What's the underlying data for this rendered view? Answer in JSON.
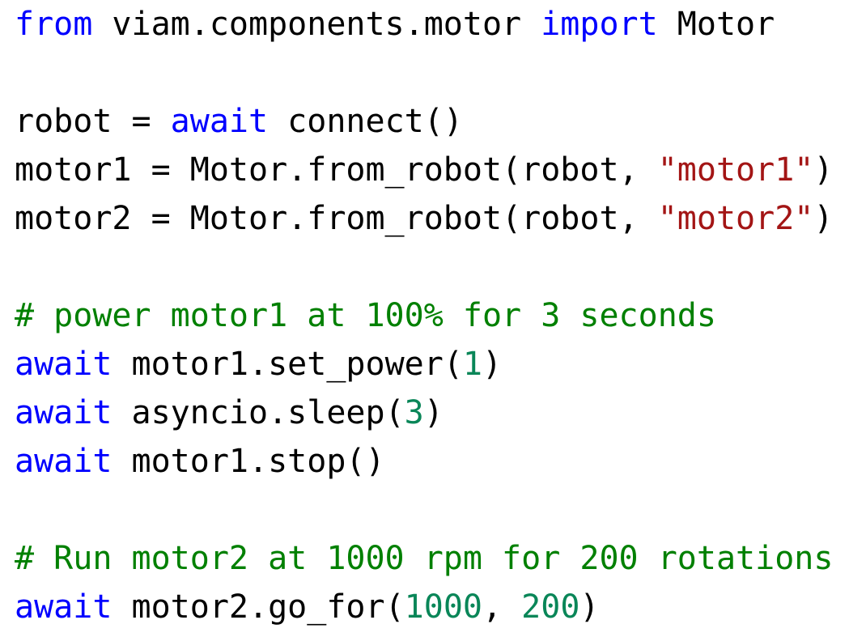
{
  "page": {
    "background": "#ffffff"
  },
  "colors": {
    "keyword": "#0000ff",
    "plain": "#000000",
    "string": "#a31515",
    "comment": "#008000",
    "number": "#098658"
  },
  "code": {
    "lines": [
      {
        "tokens": [
          {
            "t": "from",
            "c": "keyword"
          },
          {
            "t": " viam.components.motor ",
            "c": "plain"
          },
          {
            "t": "import",
            "c": "keyword"
          },
          {
            "t": " Motor",
            "c": "plain"
          }
        ]
      },
      {
        "tokens": []
      },
      {
        "tokens": [
          {
            "t": "robot = ",
            "c": "plain"
          },
          {
            "t": "await",
            "c": "keyword"
          },
          {
            "t": " connect()",
            "c": "plain"
          }
        ]
      },
      {
        "tokens": [
          {
            "t": "motor1 = Motor.from_robot(robot, ",
            "c": "plain"
          },
          {
            "t": "\"motor1\"",
            "c": "string"
          },
          {
            "t": ")",
            "c": "plain"
          }
        ]
      },
      {
        "tokens": [
          {
            "t": "motor2 = Motor.from_robot(robot, ",
            "c": "plain"
          },
          {
            "t": "\"motor2\"",
            "c": "string"
          },
          {
            "t": ")",
            "c": "plain"
          }
        ]
      },
      {
        "tokens": []
      },
      {
        "tokens": [
          {
            "t": "# power motor1 at 100% for 3 seconds",
            "c": "comment"
          }
        ]
      },
      {
        "tokens": [
          {
            "t": "await",
            "c": "keyword"
          },
          {
            "t": " motor1.set_power(",
            "c": "plain"
          },
          {
            "t": "1",
            "c": "number"
          },
          {
            "t": ")",
            "c": "plain"
          }
        ]
      },
      {
        "tokens": [
          {
            "t": "await",
            "c": "keyword"
          },
          {
            "t": " asyncio.sleep(",
            "c": "plain"
          },
          {
            "t": "3",
            "c": "number"
          },
          {
            "t": ")",
            "c": "plain"
          }
        ]
      },
      {
        "tokens": [
          {
            "t": "await",
            "c": "keyword"
          },
          {
            "t": " motor1.stop()",
            "c": "plain"
          }
        ]
      },
      {
        "tokens": []
      },
      {
        "tokens": [
          {
            "t": "# Run motor2 at 1000 rpm for 200 rotations",
            "c": "comment"
          }
        ]
      },
      {
        "tokens": [
          {
            "t": "await",
            "c": "keyword"
          },
          {
            "t": " motor2.go_for(",
            "c": "plain"
          },
          {
            "t": "1000",
            "c": "number"
          },
          {
            "t": ", ",
            "c": "plain"
          },
          {
            "t": "200",
            "c": "number"
          },
          {
            "t": ")",
            "c": "plain"
          }
        ]
      }
    ]
  }
}
